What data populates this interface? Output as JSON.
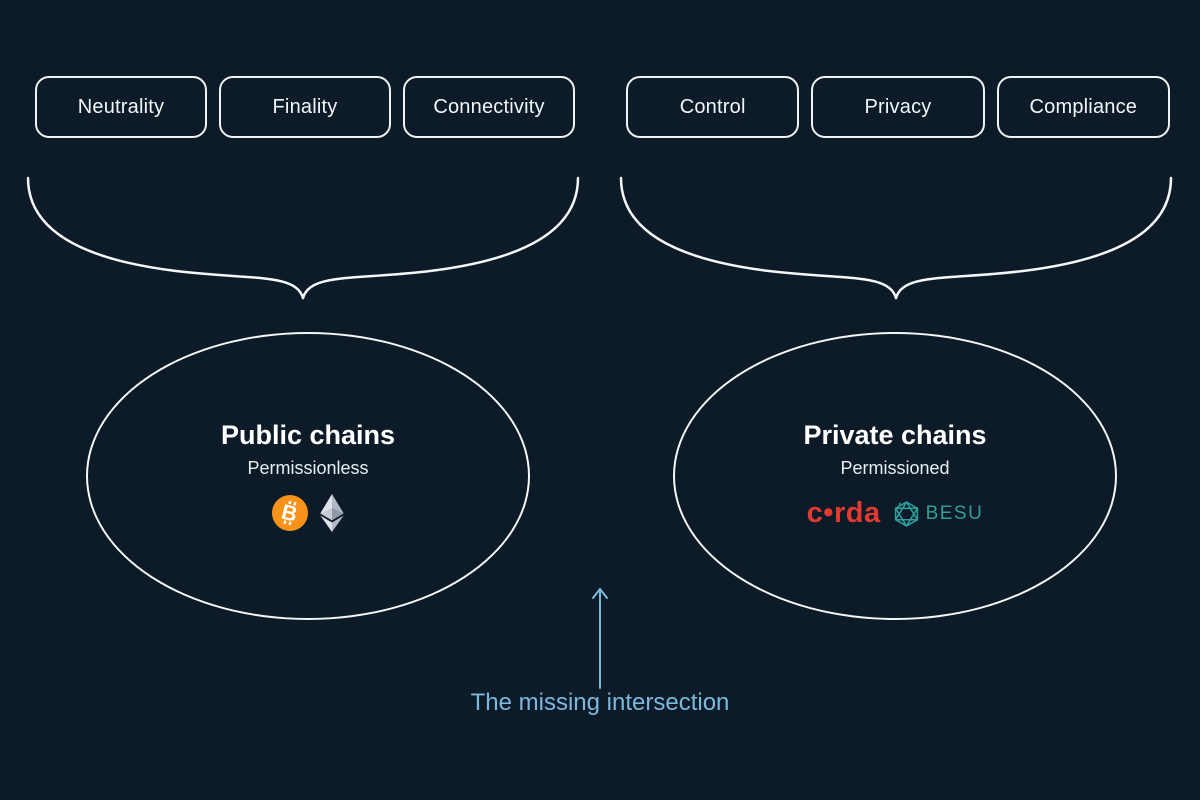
{
  "canvas": {
    "background_color": "#0d1b28",
    "line_color": "#f4f6f8"
  },
  "feature_pills": {
    "public": [
      {
        "label": "Neutrality"
      },
      {
        "label": "Finality"
      },
      {
        "label": "Connectivity"
      }
    ],
    "private": [
      {
        "label": "Control"
      },
      {
        "label": "Privacy"
      },
      {
        "label": "Compliance"
      }
    ]
  },
  "public_chains": {
    "title": "Public chains",
    "subtitle": "Permissionless",
    "icons": [
      {
        "name": "bitcoin-icon",
        "color": "#f7931a"
      },
      {
        "name": "ethereum-icon",
        "color": "#c9d0da"
      }
    ]
  },
  "private_chains": {
    "title": "Private chains",
    "subtitle": "Permissioned",
    "logos": [
      {
        "name": "corda-logo",
        "text": "c•rda",
        "color": "#e13a30"
      },
      {
        "name": "besu-logo",
        "text": "BESU",
        "color": "#2f9e99"
      }
    ]
  },
  "annotation": {
    "label": "The missing intersection",
    "color": "#7cb8dd"
  }
}
